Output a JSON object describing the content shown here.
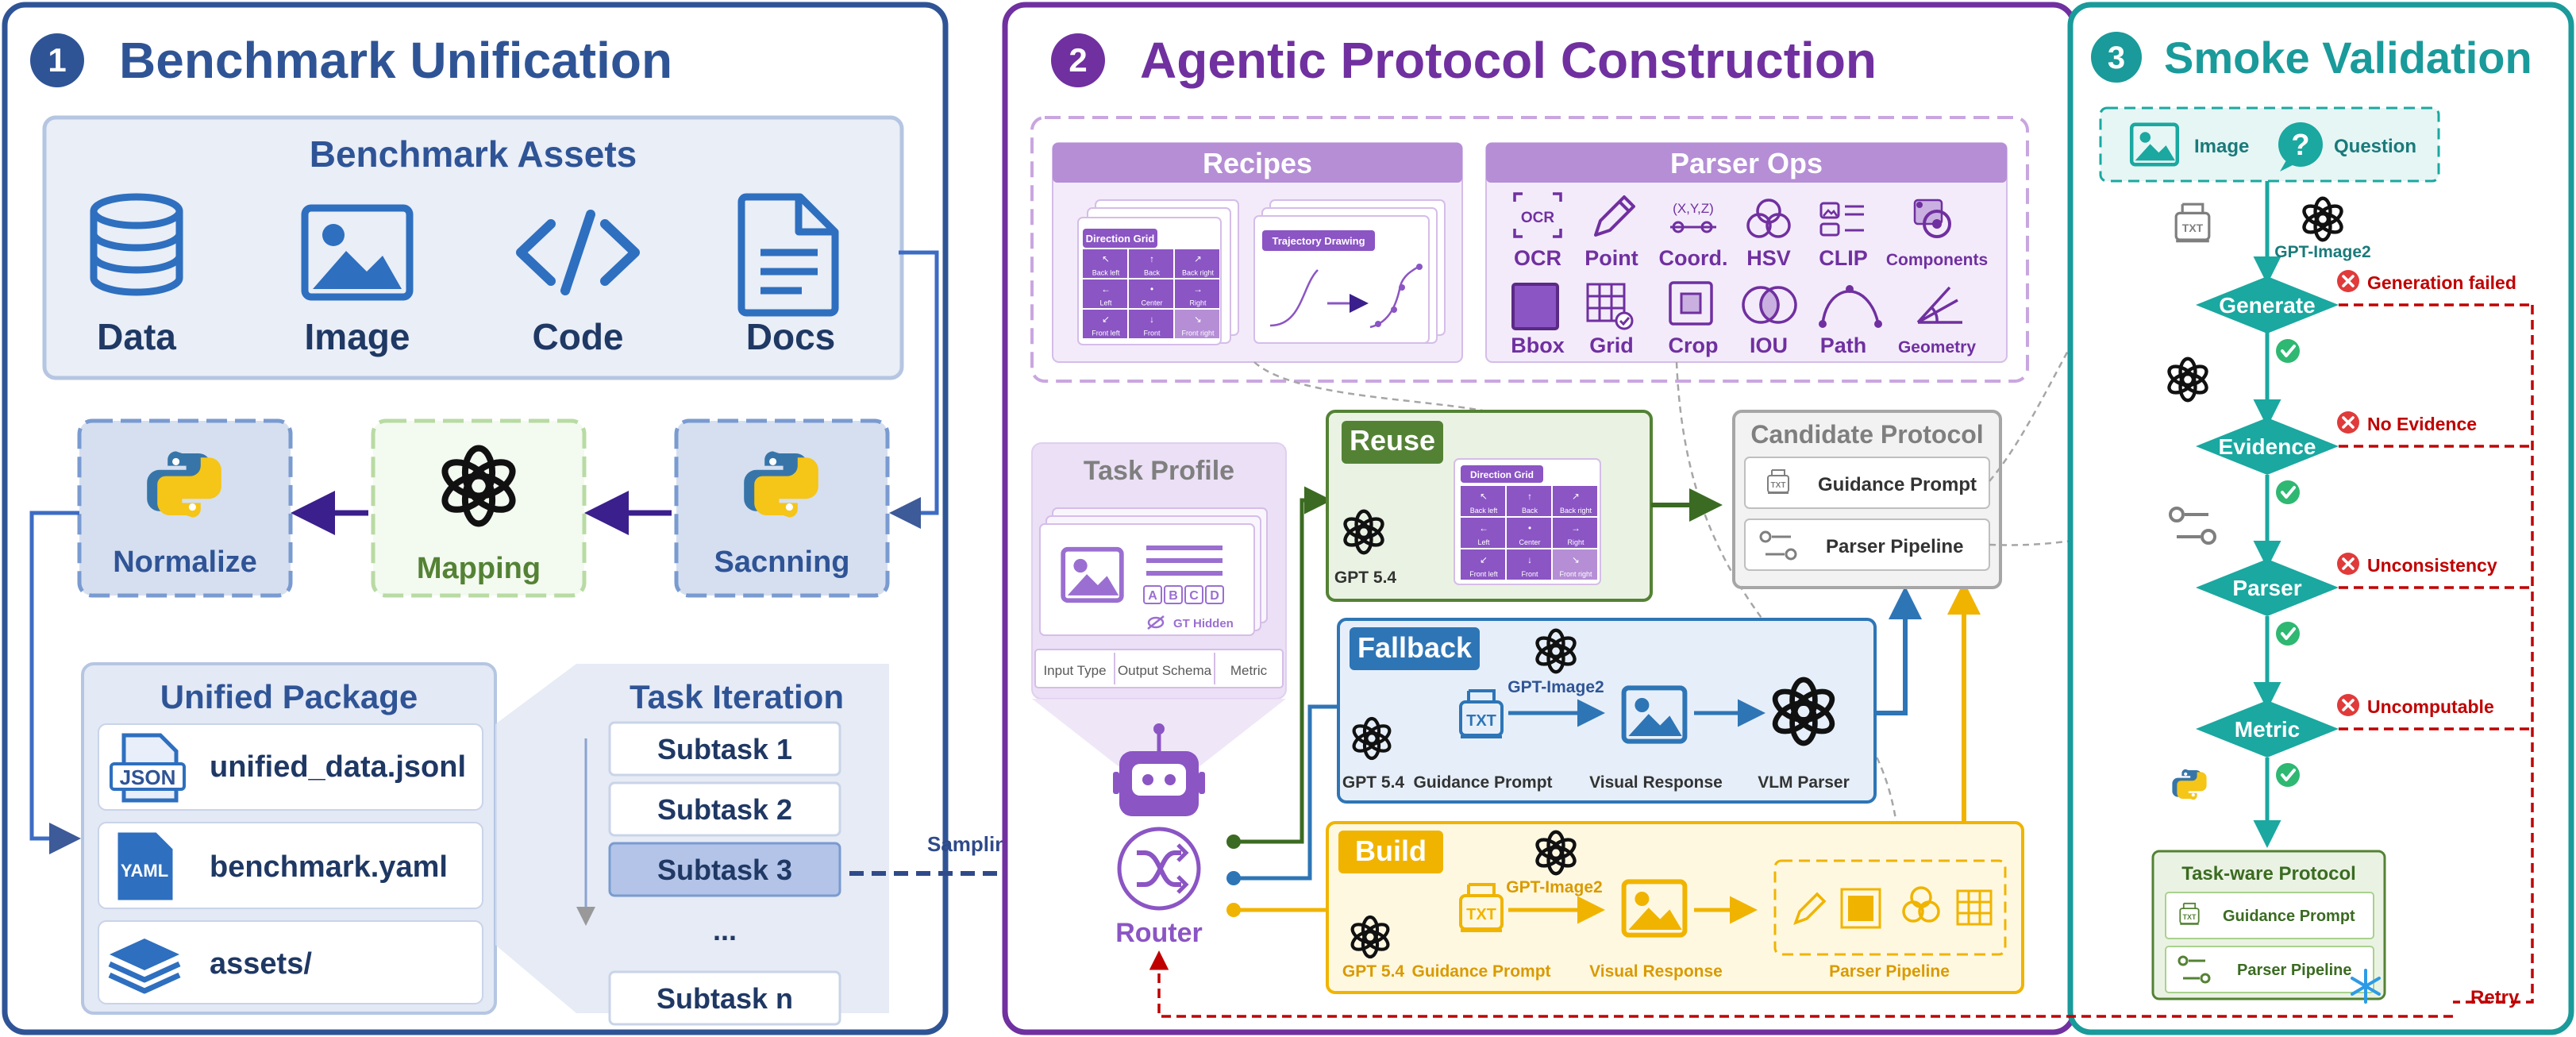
{
  "panel1": {
    "number": "1",
    "title": "Benchmark Unification",
    "assets": {
      "title": "Benchmark Assets",
      "items": [
        {
          "label": "Data",
          "icon": "database-icon"
        },
        {
          "label": "Image",
          "icon": "image-icon"
        },
        {
          "label": "Code",
          "icon": "code-icon"
        },
        {
          "label": "Docs",
          "icon": "document-icon"
        }
      ]
    },
    "steps": {
      "normalize": "Normalize",
      "mapping": "Mapping",
      "scanning": "Sacnning"
    },
    "package": {
      "title": "Unified Package",
      "files": [
        {
          "label": "unified_data.jsonl",
          "badge": "JSON"
        },
        {
          "label": "benchmark.yaml",
          "badge": "YAML"
        },
        {
          "label": "assets/",
          "badge": ""
        }
      ]
    },
    "iteration": {
      "title": "Task Iteration",
      "subtasks": [
        "Subtask 1",
        "Subtask 2",
        "Subtask 3",
        "...",
        "Subtask n"
      ],
      "selected_index": 2
    },
    "sampling_label": "Sampling"
  },
  "panel2": {
    "number": "2",
    "title": "Agentic Protocol Construction",
    "recipes": {
      "title": "Recipes",
      "card1_title": "Direction Grid",
      "card2_title": "Trajectory Drawing"
    },
    "direction_grid": [
      "Back left",
      "Back",
      "Back right",
      "Left",
      "Center",
      "Right",
      "Front left",
      "Front",
      "Front right"
    ],
    "parser_ops": {
      "title": "Parser Ops",
      "ops": [
        {
          "label": "OCR",
          "icon": "ocr-icon"
        },
        {
          "label": "Point",
          "icon": "pen-icon"
        },
        {
          "label": "Coord.",
          "icon": "coordinate-icon"
        },
        {
          "label": "HSV",
          "icon": "hsv-icon"
        },
        {
          "label": "CLIP",
          "icon": "clip-icon"
        },
        {
          "label": "Components",
          "icon": "components-icon"
        },
        {
          "label": "Bbox",
          "icon": "bbox-icon"
        },
        {
          "label": "Grid",
          "icon": "grid-icon"
        },
        {
          "label": "Crop",
          "icon": "crop-icon"
        },
        {
          "label": "IOU",
          "icon": "iou-icon"
        },
        {
          "label": "Path",
          "icon": "path-icon"
        },
        {
          "label": "Geometry",
          "icon": "geometry-icon"
        }
      ],
      "coord_symbol": "(X,Y,Z)",
      "ocr_symbol": "OCR"
    },
    "task_profile": {
      "title": "Task Profile",
      "letters": [
        "A",
        "B",
        "C",
        "D"
      ],
      "gt_hidden": "GT Hidden",
      "fields": [
        "Input Type",
        "Output Schema",
        "Metric"
      ]
    },
    "router_label": "Router",
    "reuse": {
      "title": "Reuse",
      "model": "GPT 5.4"
    },
    "fallback": {
      "title": "Fallback",
      "gen_model": "GPT-Image2",
      "model": "GPT 5.4",
      "guidance": "Guidance Prompt",
      "visual": "Visual Response",
      "vlm": "VLM Parser"
    },
    "build": {
      "title": "Build",
      "gen_model": "GPT-Image2",
      "model": "GPT 5.4",
      "guidance": "Guidance Prompt",
      "visual": "Visual Response",
      "parser": "Parser Pipeline"
    },
    "candidate": {
      "title": "Candidate Protocol",
      "guidance": "Guidance Prompt",
      "parser": "Parser Pipeline"
    },
    "txt_label": "TXT"
  },
  "panel3": {
    "number": "3",
    "title": "Smoke Validation",
    "inputs": {
      "image": "Image",
      "question": "Question"
    },
    "gen_model": "GPT-Image2",
    "stages": [
      "Generate",
      "Evidence",
      "Parser",
      "Metric"
    ],
    "failures": [
      "Generation failed",
      "No Evidence",
      "Unconsistency",
      "Uncomputable"
    ],
    "protocol": {
      "title": "Task-ware Protocol",
      "guidance": "Guidance Prompt",
      "parser": "Parser Pipeline"
    },
    "retry": "Retry"
  },
  "colors": {
    "panel1": "#2f5496",
    "panel2": "#7030a0",
    "panel3": "#1a9a9a",
    "reuse": "#548235",
    "fallback": "#2e75b6",
    "build": "#f0b400",
    "fail": "#c00000",
    "check": "#2eb872",
    "mapping": "#548235"
  }
}
